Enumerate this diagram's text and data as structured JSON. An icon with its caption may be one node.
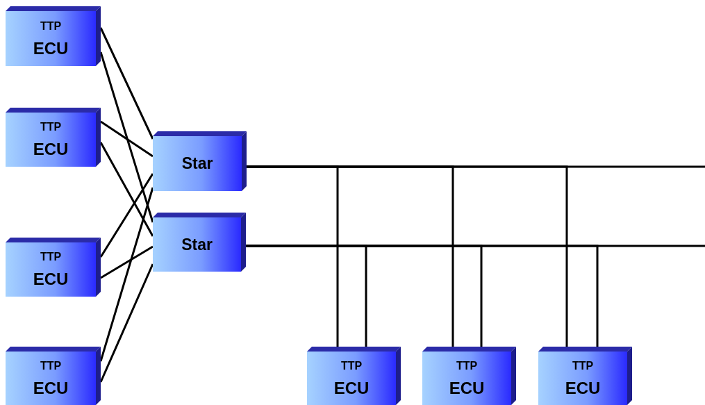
{
  "diagram": {
    "nodes": [
      {
        "text": [
          "TTP",
          "ECU"
        ]
      },
      {
        "text": [
          "TTP",
          "ECU"
        ]
      },
      {
        "text": [
          "Star"
        ]
      },
      {
        "text": [
          "Star"
        ]
      },
      {
        "text": [
          "TTP",
          "ECU"
        ]
      },
      {
        "text": [
          "TTP",
          "ECU"
        ]
      },
      {
        "text": [
          "TTP",
          "ECU"
        ]
      },
      {
        "text": [
          "TTP",
          "ECU"
        ]
      },
      {
        "text": [
          "TTP",
          "ECU"
        ]
      }
    ],
    "edges": [
      {
        "from": 0,
        "to": 2,
        "arrow": "none"
      },
      {
        "from": 0,
        "to": 3,
        "arrow": "none"
      },
      {
        "from": 1,
        "to": 2,
        "arrow": "none"
      },
      {
        "from": 1,
        "to": 3,
        "arrow": "none"
      },
      {
        "from": 4,
        "to": 2,
        "arrow": "none"
      },
      {
        "from": 4,
        "to": 3,
        "arrow": "none"
      },
      {
        "from": 5,
        "to": 2,
        "arrow": "none"
      },
      {
        "from": 5,
        "to": 3,
        "arrow": "none"
      },
      {
        "from": 2,
        "to": null,
        "arrow": "none"
      },
      {
        "from": 3,
        "to": null,
        "arrow": "none"
      },
      {
        "from": 2,
        "to": 6,
        "arrow": "none"
      },
      {
        "from": 3,
        "to": 6,
        "arrow": "none"
      },
      {
        "from": 2,
        "to": 7,
        "arrow": "none"
      },
      {
        "from": 3,
        "to": 7,
        "arrow": "none"
      },
      {
        "from": 2,
        "to": 8,
        "arrow": "none"
      },
      {
        "from": 3,
        "to": 8,
        "arrow": "none"
      }
    ]
  }
}
